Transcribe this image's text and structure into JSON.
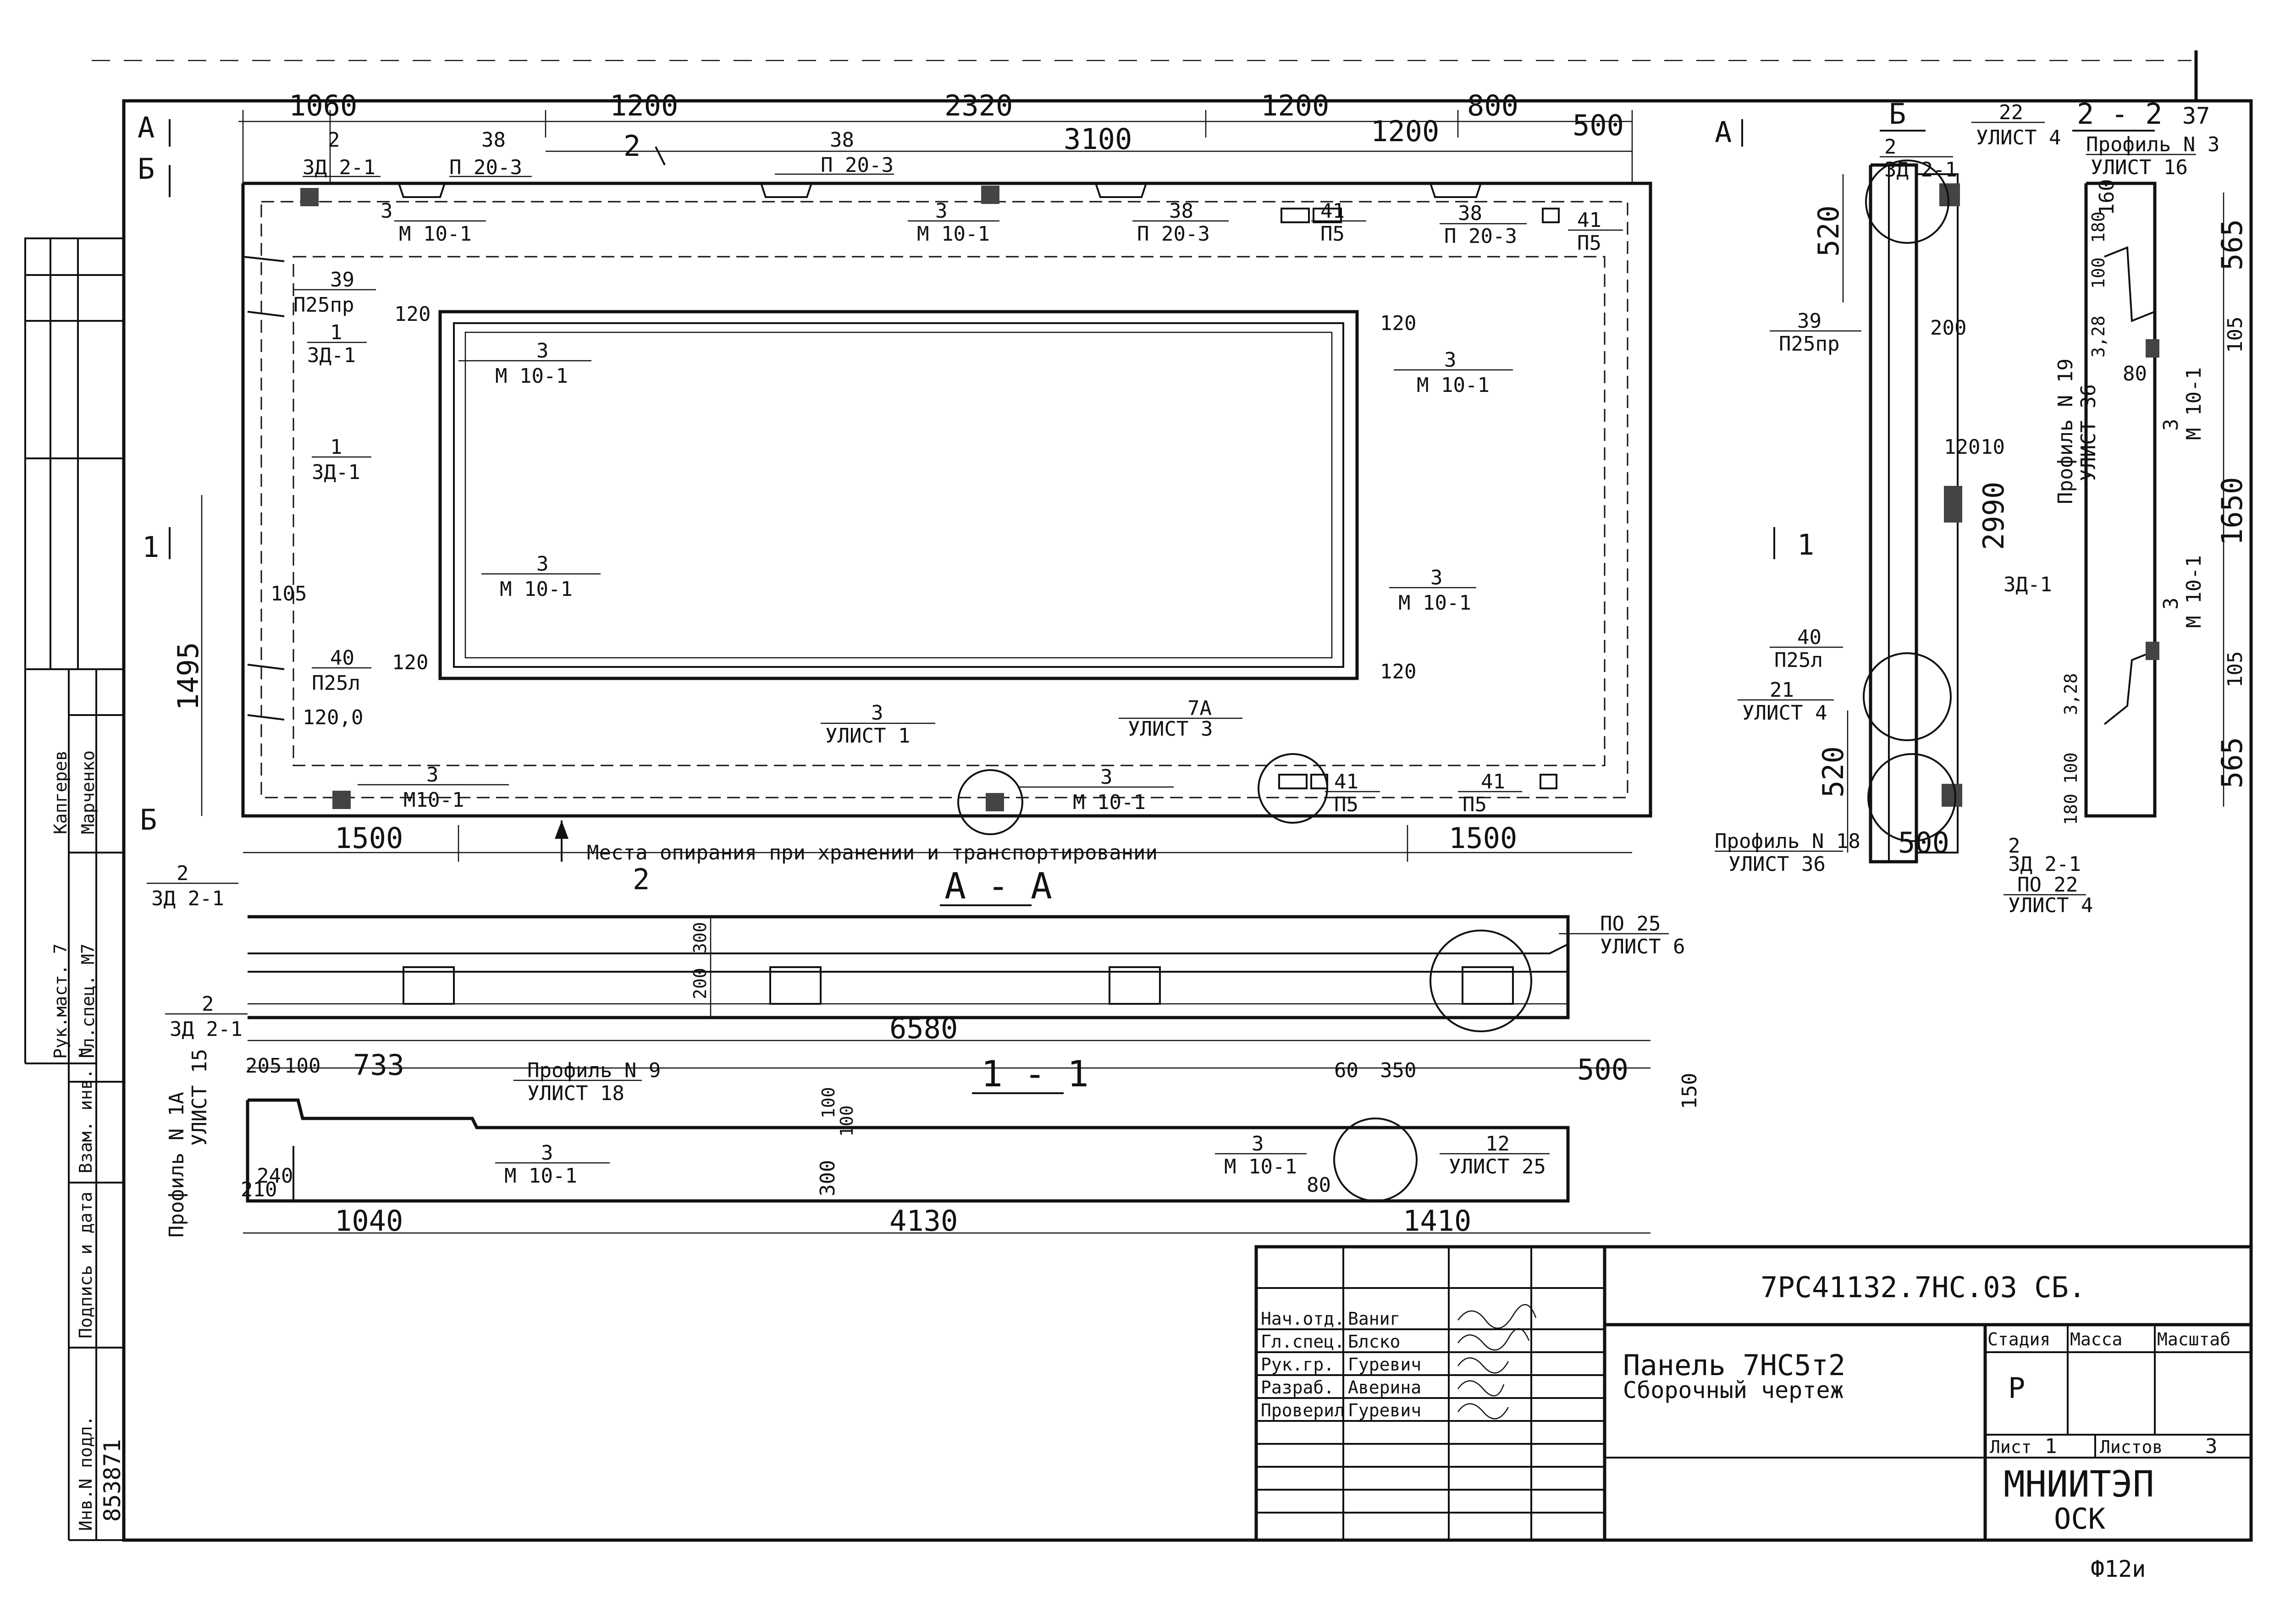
{
  "sheet_number": "37",
  "views": {
    "main_dims_top": [
      "1060",
      "1200",
      "2320",
      "1200",
      "800"
    ],
    "main_dims_inner": [
      "3100",
      "1200",
      "500"
    ],
    "section_marks": [
      "А",
      "Б",
      "2",
      "1",
      "А",
      "2",
      "1",
      "Б"
    ],
    "callouts": [
      {
        "num": "2",
        "code": "ЗД 2-1"
      },
      {
        "num": "38",
        "code": "П 20-3"
      },
      {
        "num": "38",
        "code": "П 20-3"
      },
      {
        "num": "3",
        "code": "М 10-1"
      },
      {
        "num": "3",
        "code": "М 10-1"
      },
      {
        "num": "38",
        "code": "П 20-3"
      },
      {
        "num": "41",
        "code": "П5"
      },
      {
        "num": "38",
        "code": "П 20-3"
      },
      {
        "num": "41",
        "code": "П5"
      },
      {
        "num": "39",
        "code": "П25пр"
      },
      {
        "num": "1",
        "code": "ЗД-1"
      },
      {
        "num": "3",
        "code": "М 10-1"
      },
      {
        "num": "3",
        "code": "М 10-1"
      },
      {
        "num": "1",
        "code": "ЗД-1"
      },
      {
        "num": "3",
        "code": "М 10-1"
      },
      {
        "num": "3",
        "code": "М 10-1"
      },
      {
        "num": "40",
        "code": "П25л"
      },
      {
        "num": "3",
        "code": "УЛИСТ 1"
      },
      {
        "num": "7А",
        "code": "УЛИСТ 3"
      },
      {
        "num": "3",
        "code": "М 10-1"
      },
      {
        "num": "3",
        "code": "М10-1"
      },
      {
        "num": "41",
        "code": "П5"
      },
      {
        "num": "41",
        "code": "П5"
      },
      {
        "num": "2",
        "code": "ЗД 2-1"
      },
      {
        "num": "2",
        "code": "ЗД 2-1"
      }
    ],
    "main_small_dims": [
      "120",
      "120",
      "120",
      "120",
      "105",
      "120,0",
      "1495",
      "40"
    ],
    "bottom_dims": [
      "1500",
      "1500"
    ],
    "support_note": "Места опирания при хранении и транспортировании",
    "section_aa_title": "А - А",
    "section_aa_dims": [
      "300",
      "200",
      "6580"
    ],
    "section_aa_callout": {
      "num": "ПО 25",
      "code": "УЛИСТ 6"
    },
    "section_11_title": "1 - 1",
    "section_11_dims_top": [
      "205",
      "100",
      "733",
      "60",
      "350",
      "500",
      "150"
    ],
    "section_11_dims_bottom": [
      "1040",
      "4130",
      "1410"
    ],
    "section_11_dims_side": [
      "210",
      "240",
      "300",
      "100",
      "100",
      "80"
    ],
    "section_11_callouts": [
      {
        "num": "Профиль N 9",
        "code": "УЛИСТ 18"
      },
      {
        "num": "Профиль N 1А",
        "code": "УЛИСТ 15"
      },
      {
        "num": "3",
        "code": "М 10-1"
      },
      {
        "num": "3",
        "code": "М 10-1"
      },
      {
        "num": "12",
        "code": "УЛИСТ 25"
      }
    ],
    "view_b_title": "Б",
    "view_22_title": "2 - 2",
    "view_b_callouts": [
      {
        "num": "2",
        "code": "ЗД 2-1"
      },
      {
        "num": "22",
        "code": "УЛИСТ 4"
      },
      {
        "num": "39",
        "code": "П25пр"
      },
      {
        "num": "40",
        "code": "П25л"
      },
      {
        "num": "21",
        "code": "УЛИСТ 4"
      },
      {
        "num": "Профиль N 18",
        "code": "УЛИСТ 36"
      },
      {
        "num": "2",
        "code": "ЗД 2-1"
      },
      {
        "num": "ПО 22",
        "code": "УЛИСТ 4"
      },
      {
        "num": "2990",
        "code": "ЗД-1"
      }
    ],
    "view_b_dims": [
      "520",
      "200",
      "120",
      "10",
      "520",
      "500"
    ],
    "view_22_callouts": [
      {
        "num": "Профиль N 3",
        "code": "УЛИСТ 16"
      },
      {
        "num": "Профиль N 19",
        "code": "УЛИСТ 36"
      },
      {
        "num": "3",
        "code": "М 10-1"
      },
      {
        "num": "3",
        "code": "М 10-1"
      }
    ],
    "view_22_dims": [
      "160",
      "565",
      "105",
      "80",
      "1650",
      "105",
      "565",
      "3,28",
      "100",
      "180",
      "3,28",
      "100",
      "180"
    ]
  },
  "left_stamp": {
    "names": [
      "Капгерев",
      "Марченко"
    ],
    "roles": [
      "Рук.маст. 7",
      "Гл.спец. М7"
    ],
    "labels": [
      "Инв.N подл.",
      "Подпись и дата",
      "Взам. инв. N"
    ],
    "inv_number": "853871"
  },
  "title_block": {
    "doc_code": "7РС41132.7НС.03 СБ.",
    "title_line1": "Панель 7НС5т2",
    "title_line2": "Сборочный чертеж",
    "stage_label": "Стадия",
    "mass_label": "Масса",
    "scale_label": "Масштаб",
    "stage_value": "Р",
    "sheet_label": "Лист",
    "sheet_value": "1",
    "sheets_label": "Листов",
    "sheets_value": "3",
    "org": "МНИИТЭП",
    "org_sub": "ОСК",
    "people": [
      {
        "role": "Нач.отд.",
        "name": "Ваниг"
      },
      {
        "role": "Гл.спец.",
        "name": "Блско"
      },
      {
        "role": "Рук.гр.",
        "name": "Гуревич"
      },
      {
        "role": "Разраб.",
        "name": "Аверина"
      },
      {
        "role": "Проверил",
        "name": "Гуревич"
      }
    ]
  },
  "format_mark": "Ф12и"
}
